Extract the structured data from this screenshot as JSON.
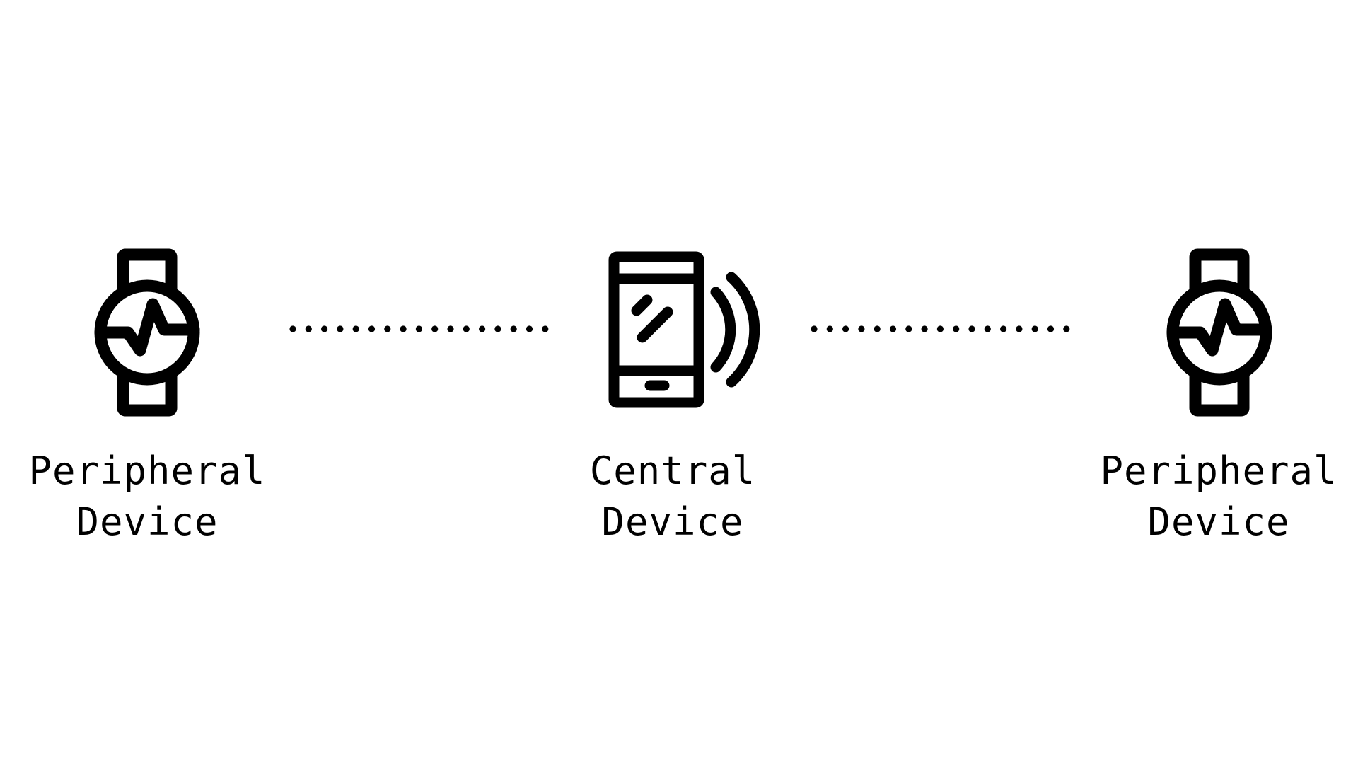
{
  "nodes": {
    "left": {
      "line1": "Peripheral",
      "line2": "Device",
      "icon": "smartwatch-heart-rate-icon"
    },
    "center": {
      "line1": "Central",
      "line2": "Device",
      "icon": "smartphone-wireless-icon"
    },
    "right": {
      "line1": "Peripheral",
      "line2": "Device",
      "icon": "smartwatch-heart-rate-icon"
    }
  },
  "connections": [
    {
      "from": "center",
      "to": "left",
      "style": "dotted"
    },
    {
      "from": "center",
      "to": "right",
      "style": "dotted"
    }
  ],
  "colors": {
    "foreground": "#000000",
    "background": "#ffffff"
  }
}
